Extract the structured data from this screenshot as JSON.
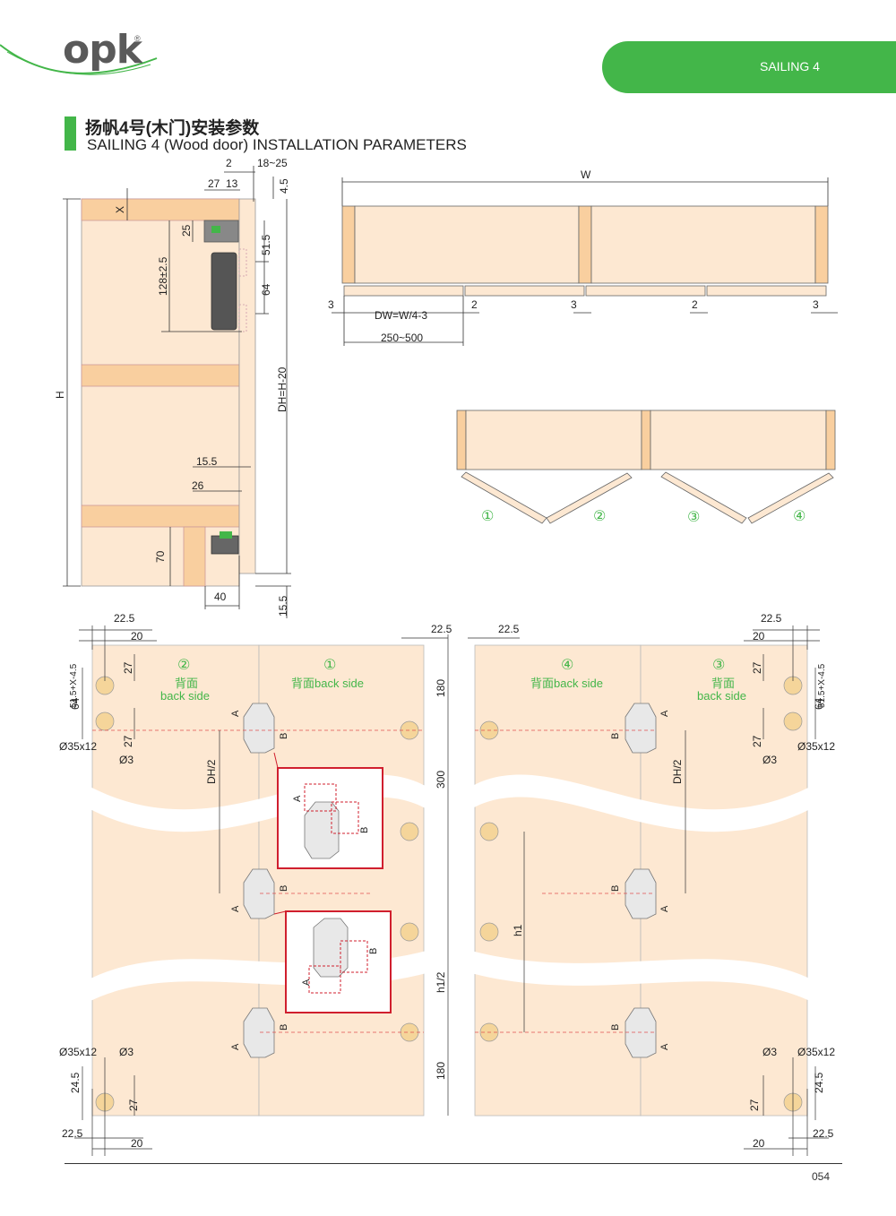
{
  "brand": {
    "logo": "opk",
    "registered": "®"
  },
  "header": {
    "series_tab": "SAILING 4"
  },
  "title": {
    "cn": "扬帆4号(木门)安装参数",
    "en": "SAILING 4 (Wood door) INSTALLATION PARAMETERS"
  },
  "section_view": {
    "dims": {
      "d2": "2",
      "d18_25": "18~25",
      "d27": "27",
      "d13": "13",
      "d4_5": "4.5",
      "x": "X",
      "d25": "25",
      "d51_5": "51.5",
      "d128": "128±2.5",
      "d64": "64",
      "h": "H",
      "dh": "DH=H-20",
      "d15_5": "15.5",
      "d26": "26",
      "d70": "70",
      "d40": "40",
      "d15_5b": "15.5"
    }
  },
  "top_view": {
    "w": "W",
    "d3a": "3",
    "d2a": "2",
    "d3b": "3",
    "d2b": "2",
    "d3c": "3",
    "dw": "DW=W/4-3",
    "range": "250~500"
  },
  "fold_view": {
    "labels": [
      "①",
      "②",
      "③",
      "④"
    ]
  },
  "panels": {
    "p2": {
      "num": "②",
      "cn": "背面",
      "en": "back side"
    },
    "p1": {
      "num": "①",
      "text": "背面back side"
    },
    "p4": {
      "num": "④",
      "text": "背面back side"
    },
    "p3": {
      "num": "③",
      "cn": "背面",
      "en": "back side"
    }
  },
  "dims": {
    "d22_5": "22.5",
    "d20": "20",
    "d27": "27",
    "d64": "64",
    "d51_5x": "51.5+X-4.5",
    "hole_big": "Ø35x12",
    "hole_small": "Ø3",
    "dh2": "DH/2",
    "d180": "180",
    "d300": "300",
    "h1": "h1",
    "h1_2": "h1/2",
    "d24_5": "24.5",
    "a": "A",
    "b": "B"
  },
  "footer": {
    "page": "054"
  }
}
